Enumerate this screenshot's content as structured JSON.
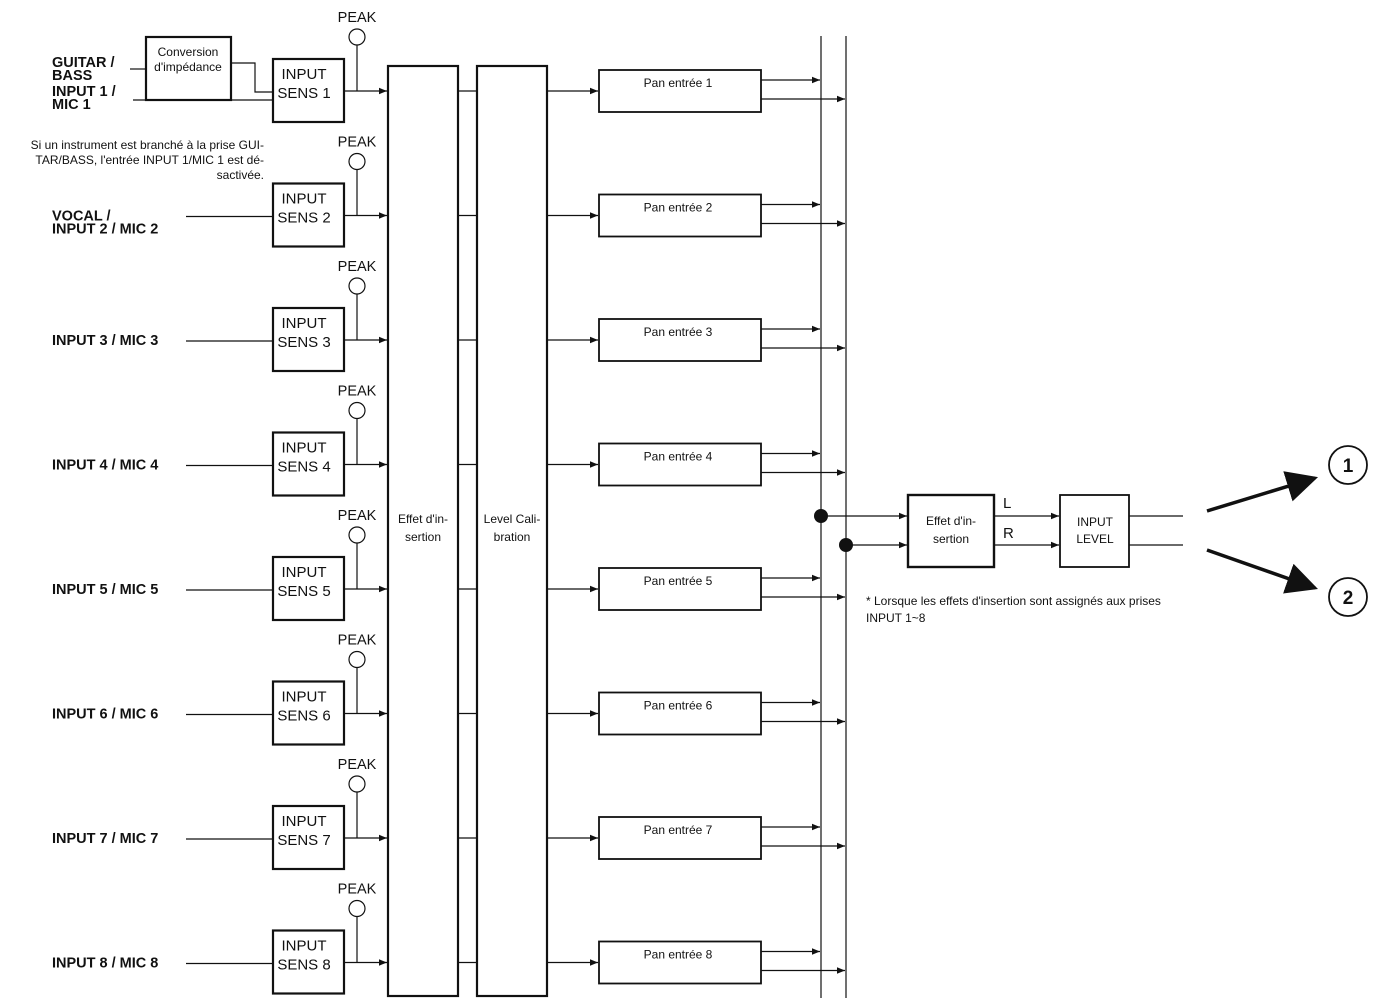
{
  "inputs": [
    {
      "label_lines": [
        "INPUT 1 /",
        "MIC 1"
      ],
      "sens_lines": [
        "INPUT",
        "SENS 1"
      ],
      "pan": "Pan entrée 1"
    },
    {
      "label_lines": [
        "VOCAL /",
        "INPUT 2 / MIC 2"
      ],
      "sens_lines": [
        "INPUT",
        "SENS 2"
      ],
      "pan": "Pan entrée 2"
    },
    {
      "label_lines": [
        "INPUT 3 / MIC 3"
      ],
      "sens_lines": [
        "INPUT",
        "SENS 3"
      ],
      "pan": "Pan entrée 3"
    },
    {
      "label_lines": [
        "INPUT 4 / MIC 4"
      ],
      "sens_lines": [
        "INPUT",
        "SENS 4"
      ],
      "pan": "Pan entrée 4"
    },
    {
      "label_lines": [
        "INPUT 5 / MIC 5"
      ],
      "sens_lines": [
        "INPUT",
        "SENS 5"
      ],
      "pan": "Pan entrée 5"
    },
    {
      "label_lines": [
        "INPUT 6 / MIC 6"
      ],
      "sens_lines": [
        "INPUT",
        "SENS 6"
      ],
      "pan": "Pan entrée 6"
    },
    {
      "label_lines": [
        "INPUT 7 / MIC 7"
      ],
      "sens_lines": [
        "INPUT",
        "SENS 7"
      ],
      "pan": "Pan entrée 7"
    },
    {
      "label_lines": [
        "INPUT 8 / MIC 8"
      ],
      "sens_lines": [
        "INPUT",
        "SENS 8"
      ],
      "pan": "Pan entrée 8"
    }
  ],
  "peak_label": "PEAK",
  "guitar_label_lines": [
    "GUITAR /",
    "BASS"
  ],
  "conversion_lines": [
    "Conversion",
    "d'impédance"
  ],
  "guitar_note_lines": [
    "Si un instrument est branché à la prise GUI-",
    "TAR/BASS, l'entrée INPUT 1/MIC 1 est dé-",
    "sactivée."
  ],
  "insert_effect_lines": [
    "Effet d'in-",
    "sertion"
  ],
  "level_cal_lines": [
    "Level Cali-",
    "bration"
  ],
  "insert_effect2_lines": [
    "Effet d'in-",
    "sertion"
  ],
  "channel_l": "L",
  "channel_r": "R",
  "input_level_lines": [
    "INPUT",
    "LEVEL"
  ],
  "footnote_lines": [
    "* Lorsque les effets d'insertion sont assignés aux prises",
    "INPUT 1~8"
  ],
  "output_numbers": [
    "1",
    "2"
  ]
}
